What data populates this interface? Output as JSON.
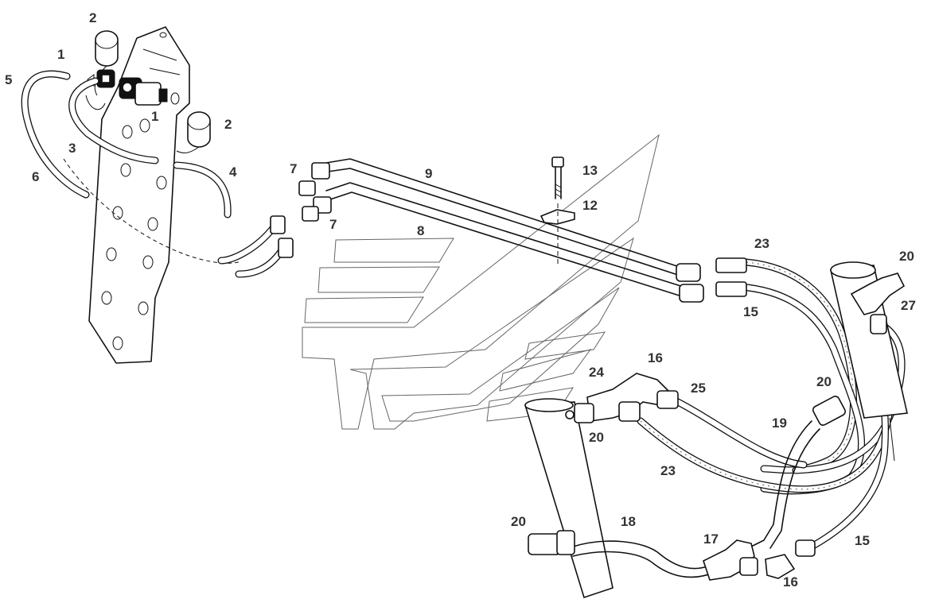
{
  "labels": {
    "l2a": "2",
    "l1a": "1",
    "l5": "5",
    "l1b": "1",
    "l2b": "2",
    "l3": "3",
    "l6": "6",
    "l4": "4",
    "l7a": "7",
    "l9": "9",
    "l7b": "7",
    "l13": "13",
    "l12": "12",
    "l8": "8",
    "l23a": "23",
    "l20a": "20",
    "l27": "27",
    "l15a": "15",
    "l16a": "16",
    "l24": "24",
    "l25": "25",
    "l20b": "20",
    "l19": "19",
    "l20c": "20",
    "l23b": "23",
    "l20d": "20",
    "l18": "18",
    "l17": "17",
    "l15b": "15",
    "l16b": "16"
  }
}
